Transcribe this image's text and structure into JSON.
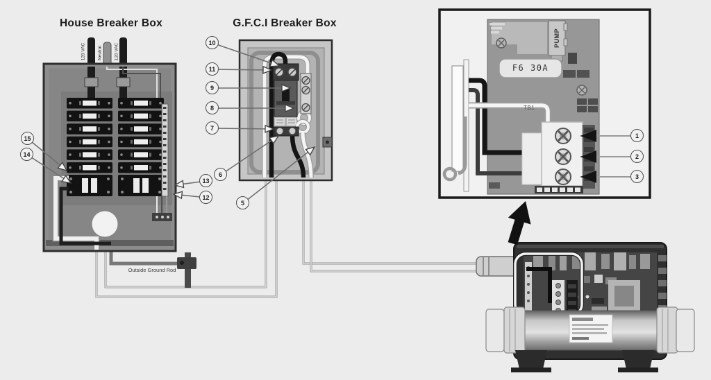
{
  "titles": {
    "house_box": "House Breaker Box",
    "gfci_box": "G.F.C.I Breaker Box"
  },
  "labels": {
    "vac_left": "120 VAC",
    "neutral": "Neutral",
    "vac_right": "120 VAC",
    "ground_rod": "Outside Ground Rod",
    "fuse": "F6 30A",
    "pump": "PUMP",
    "tb1": "TB1"
  },
  "callouts": {
    "c1": "1",
    "c2": "2",
    "c3": "3",
    "c5": "5",
    "c6": "6",
    "c7": "7",
    "c8": "8",
    "c9": "9",
    "c10": "10",
    "c11": "11",
    "c12": "12",
    "c13": "13",
    "c14": "14",
    "c15": "15"
  },
  "colors": {
    "background": "#ececec",
    "box_fill": "#8d8d8d",
    "gfci_fill": "#c6c6c6",
    "breaker_dark": "#121212",
    "wire_white": "#f2f2f2",
    "wire_black": "#151515",
    "wire_gray": "#8f8f8f",
    "inset_board": "#979797",
    "ink": "#1b1b1b"
  }
}
